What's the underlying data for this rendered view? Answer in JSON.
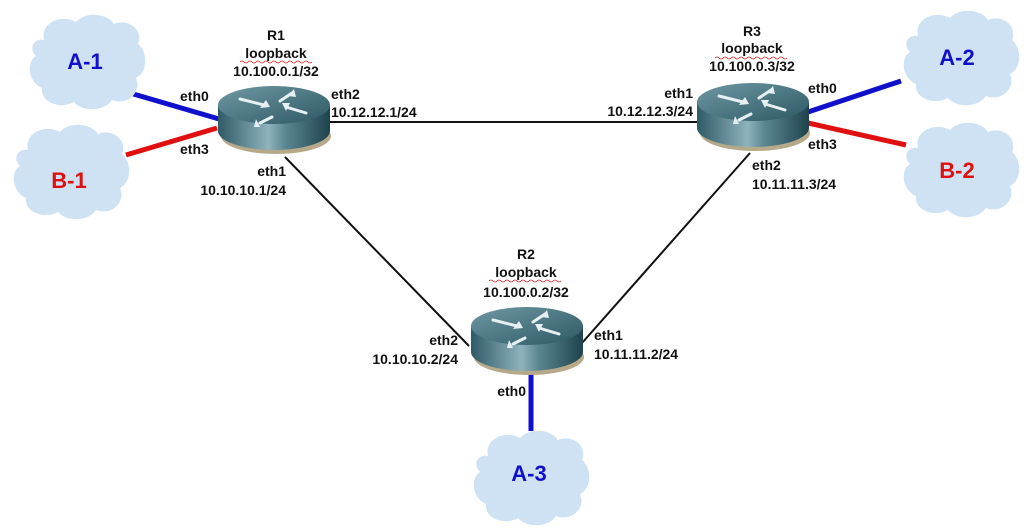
{
  "colors": {
    "cloud_fill": "#cfe2f3",
    "group_a": "#1010cc",
    "group_b": "#e01010",
    "link": "#111111",
    "text": "#111111"
  },
  "routers": {
    "r1": {
      "name": "R1",
      "loopback_label": "loopback",
      "loopback_ip": "10.100.0.1/32"
    },
    "r2": {
      "name": "R2",
      "loopback_label": "loopback",
      "loopback_ip": "10.100.0.2/32"
    },
    "r3": {
      "name": "R3",
      "loopback_label": "loopback",
      "loopback_ip": "10.100.0.3/32"
    }
  },
  "clouds": {
    "a1": {
      "label": "A-1",
      "group": "A"
    },
    "b1": {
      "label": "B-1",
      "group": "B"
    },
    "a2": {
      "label": "A-2",
      "group": "A"
    },
    "b2": {
      "label": "B-2",
      "group": "B"
    },
    "a3": {
      "label": "A-3",
      "group": "A"
    }
  },
  "interfaces": {
    "r1_eth0": {
      "name": "eth0"
    },
    "r1_eth3": {
      "name": "eth3"
    },
    "r1_eth1": {
      "name": "eth1",
      "ip": "10.10.10.1/24"
    },
    "r1_eth2": {
      "name": "eth2",
      "ip": "10.12.12.1/24"
    },
    "r3_eth1": {
      "name": "eth1",
      "ip": "10.12.12.3/24"
    },
    "r3_eth0": {
      "name": "eth0"
    },
    "r3_eth3": {
      "name": "eth3"
    },
    "r3_eth2": {
      "name": "eth2",
      "ip": "10.11.11.3/24"
    },
    "r2_eth2": {
      "name": "eth2",
      "ip": "10.10.10.2/24"
    },
    "r2_eth1": {
      "name": "eth1",
      "ip": "10.11.11.2/24"
    },
    "r2_eth0": {
      "name": "eth0"
    }
  },
  "links": [
    {
      "from": "R1 eth0",
      "to": "A-1",
      "type": "group_a"
    },
    {
      "from": "R1 eth3",
      "to": "B-1",
      "type": "group_b"
    },
    {
      "from": "R3 eth0",
      "to": "A-2",
      "type": "group_a"
    },
    {
      "from": "R3 eth3",
      "to": "B-2",
      "type": "group_b"
    },
    {
      "from": "R2 eth0",
      "to": "A-3",
      "type": "group_a"
    },
    {
      "from": "R1 eth2",
      "to": "R3 eth1",
      "type": "link"
    },
    {
      "from": "R1 eth1",
      "to": "R2 eth2",
      "type": "link"
    },
    {
      "from": "R2 eth1",
      "to": "R3 eth2",
      "type": "link"
    }
  ]
}
